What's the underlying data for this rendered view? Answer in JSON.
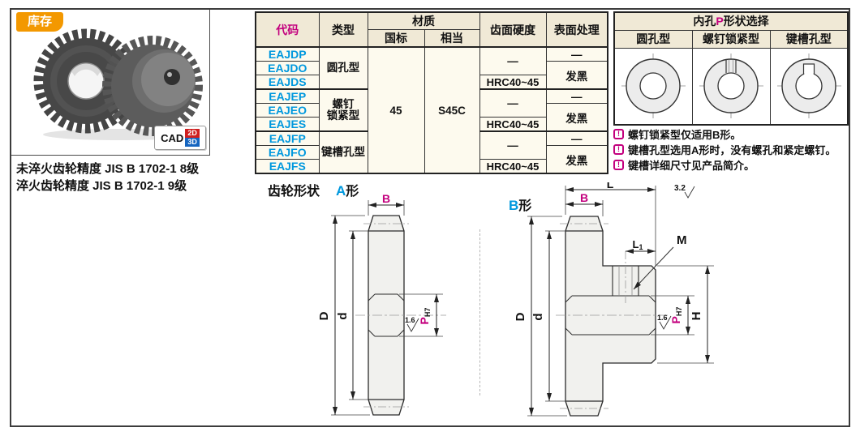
{
  "stock_badge": "库存",
  "cad_badge": {
    "cad": "CAD",
    "two_d": "2D",
    "three_d": "3D"
  },
  "precision": {
    "line1": "未淬火齿轮精度 JIS B 1702-1 8级",
    "line2": "淬火齿轮精度 JIS B 1702-1 9级"
  },
  "table": {
    "header": {
      "code": "代码",
      "type": "类型",
      "material": "材质",
      "gb": "国标",
      "equiv": "相当",
      "hardness": "齿面硬度",
      "surface": "表面处理"
    },
    "codes": [
      "EAJDP",
      "EAJDO",
      "EAJDS",
      "EAJEP",
      "EAJEO",
      "EAJES",
      "EAJFP",
      "EAJFO",
      "EAJFS"
    ],
    "types": [
      {
        "l1": "圆孔型",
        "l2": ""
      },
      {
        "l1": "螺钉",
        "l2": "锁紧型"
      },
      {
        "l1": "键槽孔型",
        "l2": ""
      }
    ],
    "gb_value": "45",
    "equiv_value": "S45C",
    "dash": "—",
    "hardness_value": "HRC40~45",
    "surface_value": "发黑"
  },
  "bore_panel": {
    "title_pre": "内孔",
    "title_accent": "P",
    "title_post": "形状选择",
    "cols": [
      "圆孔型",
      "螺钉锁紧型",
      "键槽孔型"
    ]
  },
  "notes": {
    "icon": "!",
    "items": [
      "螺钉锁紧型仅适用B形。",
      "键槽孔型选用A形时，没有螺孔和紧定螺钉。",
      "键槽详细尺寸见产品简介。"
    ]
  },
  "gear_shape": {
    "section_label": "齿轮形状",
    "form_a_letter": "A",
    "form_a_suffix": "形",
    "form_b_letter": "B",
    "form_b_suffix": "形"
  },
  "dims": {
    "B": "B",
    "D": "D",
    "d": "d",
    "P": "P",
    "H7": "H7",
    "L": "L",
    "L1": "L",
    "L1_sub": "1",
    "M": "M",
    "H": "H",
    "rough_16": "1.6",
    "rough_32": "3.2"
  },
  "colors": {
    "magenta": "#c3007e",
    "blue": "#0098de",
    "orange": "#f39800",
    "header_bg": "#f0e9d6",
    "cell_bg": "#fdfaee"
  }
}
